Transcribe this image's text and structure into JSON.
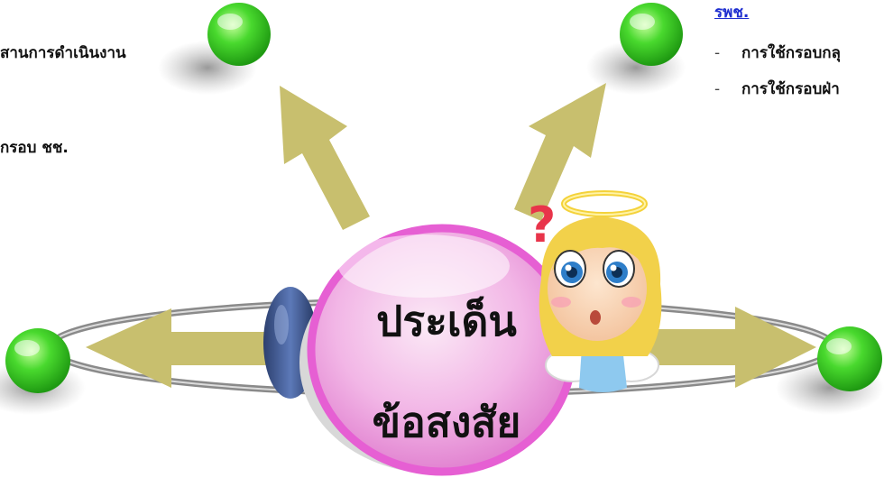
{
  "left_notes": {
    "line1": "สานการดำเนินงาน",
    "line2": "กรอบ ชช."
  },
  "right_notes": {
    "heading": "รพช.",
    "bullet_marker": "-",
    "bullets": [
      "การใช้กรอบกลุ",
      "การใช้กรอบฝ่า"
    ]
  },
  "center": {
    "line1": "ประเด็น",
    "line2": "ข้อสงสัย"
  },
  "colors": {
    "arrow": "#c8bf6e",
    "node": "#38d12a",
    "ring": "#8a8a8a",
    "bubble": "#e65fd3",
    "link": "#1f2fd0"
  },
  "icons": {
    "mascot": "angel-question-mascot-icon"
  }
}
